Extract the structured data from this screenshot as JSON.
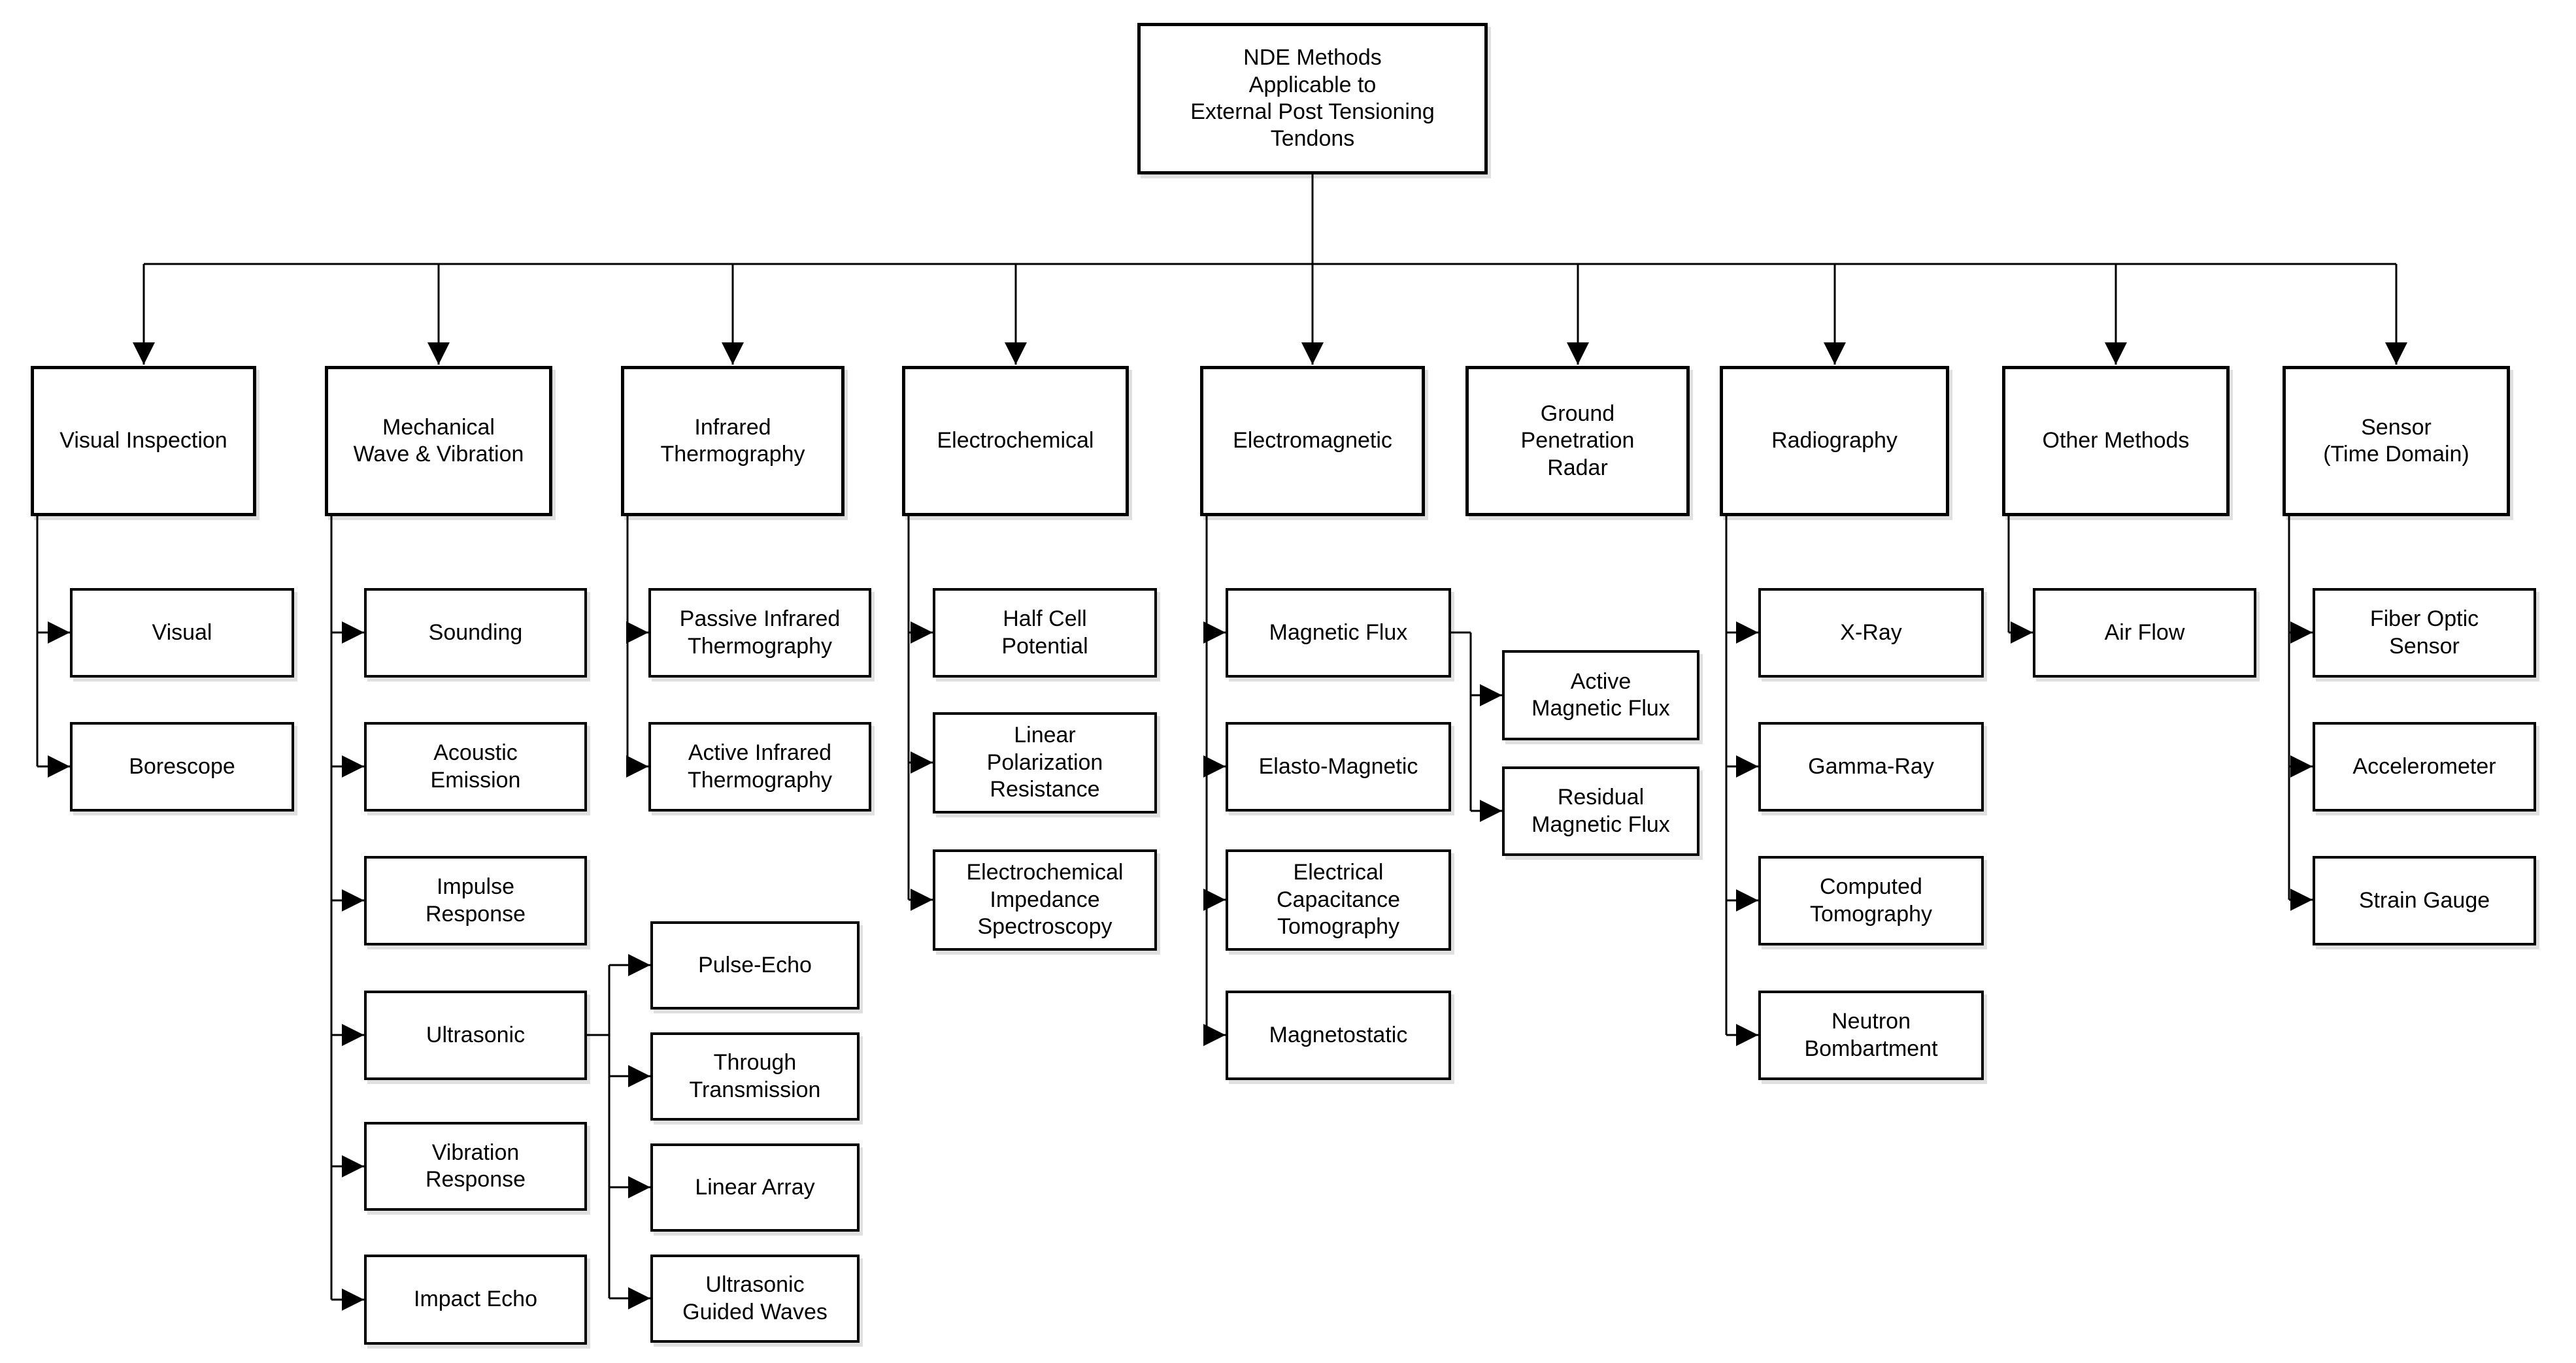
{
  "diagram": {
    "type": "hierarchy-tree",
    "title": "NDE Methods Applicable to External Post Tensioning Tendons"
  },
  "colors": {
    "line": "#000000",
    "box_border": "#000000",
    "box_fill": "#ffffff",
    "text": "#000000",
    "background": "#ffffff"
  },
  "nodes": {
    "root": {
      "label": "NDE Methods\nApplicable to\nExternal Post Tensioning\nTendons"
    },
    "visual_inspection": {
      "label": "Visual Inspection"
    },
    "mechanical_wave_vibration": {
      "label": "Mechanical\nWave & Vibration"
    },
    "infrared_thermography": {
      "label": "Infrared\nThermography"
    },
    "electrochemical": {
      "label": "Electrochemical"
    },
    "electromagnetic": {
      "label": "Electromagnetic"
    },
    "ground_penetration_radar": {
      "label": "Ground\nPenetration\nRadar"
    },
    "radiography": {
      "label": "Radiography"
    },
    "other_methods": {
      "label": "Other Methods"
    },
    "sensor_time_domain": {
      "label": "Sensor\n(Time Domain)"
    },
    "visual": {
      "label": "Visual"
    },
    "borescope": {
      "label": "Borescope"
    },
    "sounding": {
      "label": "Sounding"
    },
    "acoustic_emission": {
      "label": "Acoustic\nEmission"
    },
    "impulse_response": {
      "label": "Impulse\nResponse"
    },
    "ultrasonic": {
      "label": "Ultrasonic"
    },
    "vibration_response": {
      "label": "Vibration\nResponse"
    },
    "impact_echo": {
      "label": "Impact Echo"
    },
    "pulse_echo": {
      "label": "Pulse-Echo"
    },
    "through_transmission": {
      "label": "Through\nTransmission"
    },
    "linear_array": {
      "label": "Linear Array"
    },
    "ultrasonic_guided_waves": {
      "label": "Ultrasonic\nGuided Waves"
    },
    "passive_infrared_thermography": {
      "label": "Passive Infrared\nThermography"
    },
    "active_infrared_thermography": {
      "label": "Active Infrared\nThermography"
    },
    "half_cell_potential": {
      "label": "Half Cell\nPotential"
    },
    "linear_polarization_resistance": {
      "label": "Linear\nPolarization\nResistance"
    },
    "electrochemical_impedance_spectroscopy": {
      "label": "Electrochemical\nImpedance\nSpectroscopy"
    },
    "magnetic_flux": {
      "label": "Magnetic Flux"
    },
    "elasto_magnetic": {
      "label": "Elasto-Magnetic"
    },
    "electrical_capacitance_tomography": {
      "label": "Electrical\nCapacitance\nTomography"
    },
    "magnetostatic": {
      "label": "Magnetostatic"
    },
    "active_magnetic_flux": {
      "label": "Active\nMagnetic Flux"
    },
    "residual_magnetic_flux": {
      "label": "Residual\nMagnetic Flux"
    },
    "x_ray": {
      "label": "X-Ray"
    },
    "gamma_ray": {
      "label": "Gamma-Ray"
    },
    "computed_tomography": {
      "label": "Computed\nTomography"
    },
    "neutron_bombartment": {
      "label": "Neutron\nBombartment"
    },
    "air_flow": {
      "label": "Air Flow"
    },
    "fiber_optic_sensor": {
      "label": "Fiber Optic\nSensor"
    },
    "accelerometer": {
      "label": "Accelerometer"
    },
    "strain_gauge": {
      "label": "Strain Gauge"
    }
  },
  "hierarchy": {
    "root": [
      "visual_inspection",
      "mechanical_wave_vibration",
      "infrared_thermography",
      "electrochemical",
      "electromagnetic",
      "ground_penetration_radar",
      "radiography",
      "other_methods",
      "sensor_time_domain"
    ],
    "visual_inspection": [
      "visual",
      "borescope"
    ],
    "mechanical_wave_vibration": [
      "sounding",
      "acoustic_emission",
      "impulse_response",
      "ultrasonic",
      "vibration_response",
      "impact_echo"
    ],
    "ultrasonic": [
      "pulse_echo",
      "through_transmission",
      "linear_array",
      "ultrasonic_guided_waves"
    ],
    "infrared_thermography": [
      "passive_infrared_thermography",
      "active_infrared_thermography"
    ],
    "electrochemical": [
      "half_cell_potential",
      "linear_polarization_resistance",
      "electrochemical_impedance_spectroscopy"
    ],
    "electromagnetic": [
      "magnetic_flux",
      "elasto_magnetic",
      "electrical_capacitance_tomography",
      "magnetostatic"
    ],
    "magnetic_flux": [
      "active_magnetic_flux",
      "residual_magnetic_flux"
    ],
    "ground_penetration_radar": [],
    "radiography": [
      "x_ray",
      "gamma_ray",
      "computed_tomography",
      "neutron_bombartment"
    ],
    "other_methods": [
      "air_flow"
    ],
    "sensor_time_domain": [
      "fiber_optic_sensor",
      "accelerometer",
      "strain_gauge"
    ]
  }
}
